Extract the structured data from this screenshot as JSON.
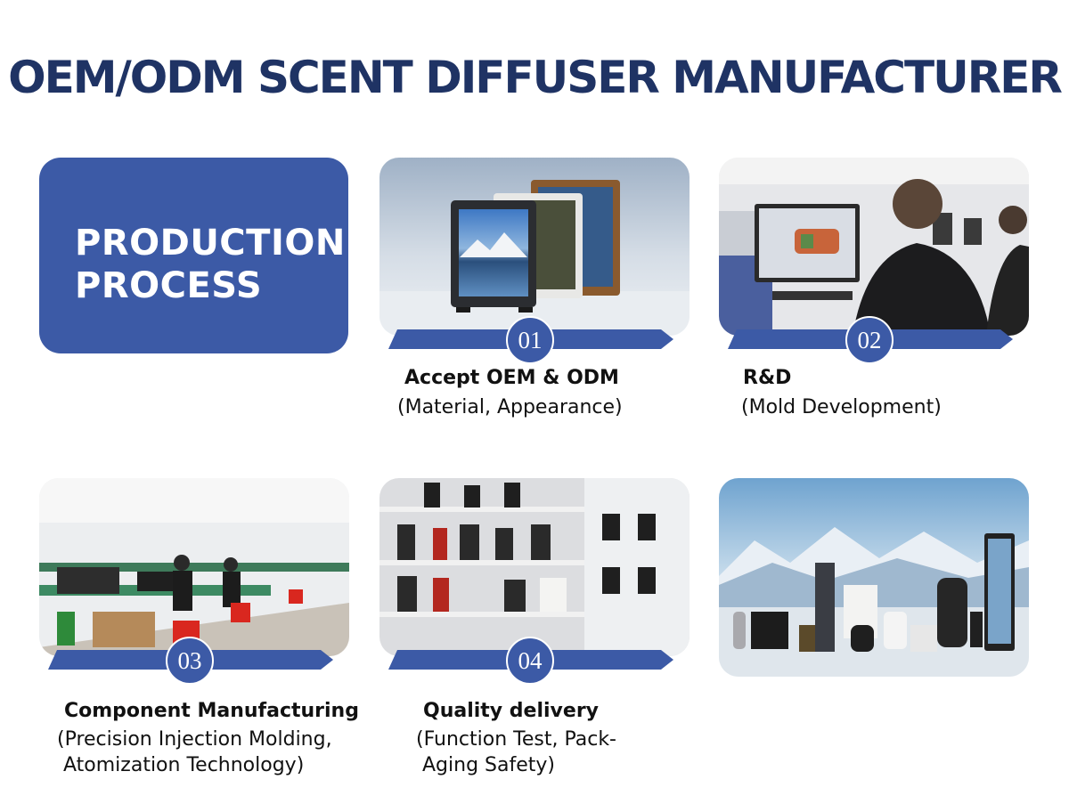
{
  "page": {
    "title": "OEM/ODM SCENT DIFFUSER MANUFACTURER"
  },
  "hero": {
    "line1": "PRODUCTION",
    "line2": "PROCESS"
  },
  "steps": [
    {
      "number": "01",
      "title": "Accept OEM & ODM",
      "sub_lines": [
        "(Material, Appearance)"
      ]
    },
    {
      "number": "02",
      "title": "R&D",
      "sub_lines": [
        "(Mold Development)"
      ]
    },
    {
      "number": "03",
      "title": "Component Manufacturing",
      "sub_lines": [
        "(Precision Injection Molding,",
        "Atomization Technology)"
      ]
    },
    {
      "number": "04",
      "title": "Quality delivery",
      "sub_lines": [
        "(Function Test, Pack-",
        "Aging Safety)"
      ]
    }
  ],
  "colors": {
    "title": "#1f3364",
    "accent": "#3c5aa6",
    "text": "#111111"
  }
}
